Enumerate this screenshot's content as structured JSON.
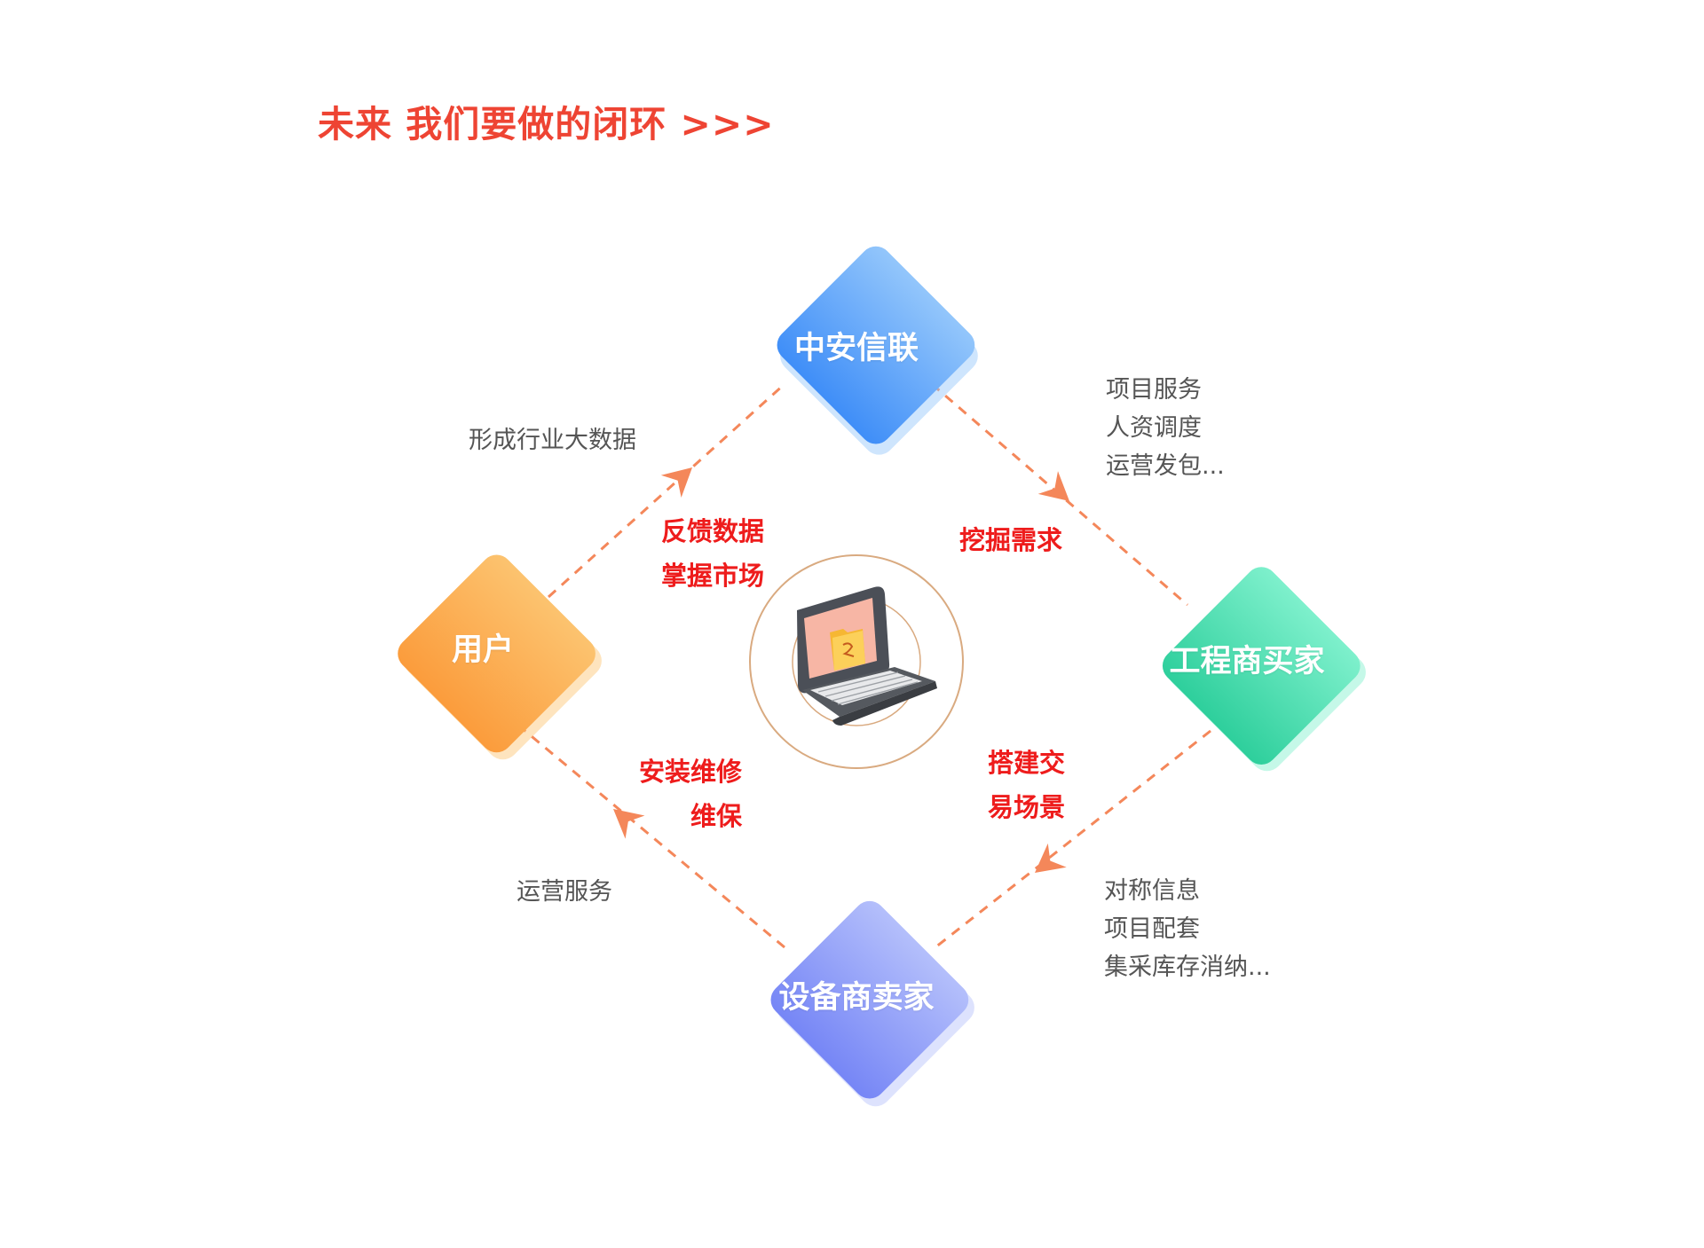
{
  "title": "未来 我们要做的闭环 >>>",
  "nodes": {
    "top": {
      "label": "中安信联",
      "color_light": "#93c6fb",
      "color_dark": "#3f8ef8"
    },
    "right": {
      "label": "工程商买家",
      "color_light": "#7ef0cc",
      "color_dark": "#2ecf9c"
    },
    "bottom": {
      "label": "设备商卖家",
      "color_light": "#b4bffb",
      "color_dark": "#7686f6"
    },
    "left": {
      "label": "用户",
      "color_light": "#fcc36f",
      "color_dark": "#fb9c3c"
    }
  },
  "flows": {
    "left_to_top": {
      "line1": "反馈数据",
      "line2": "掌握市场",
      "note": "形成行业大数据"
    },
    "top_to_right": {
      "line1": "挖掘需求",
      "notes": [
        "项目服务",
        "人资调度",
        "运营发包..."
      ]
    },
    "right_to_bottom": {
      "line1": "搭建交",
      "line2": "易场景",
      "notes": [
        "对称信息",
        "项目配套",
        "集采库存消纳..."
      ]
    },
    "bottom_to_left": {
      "line1": "安装维修",
      "line2": "维保",
      "note": "运营服务"
    }
  },
  "colors": {
    "arrow": "#f4875a",
    "title": "#ee4433",
    "red_label": "#ee1c1c",
    "gray_text": "#555555",
    "circle": "#d9aa80"
  },
  "center_icon": "laptop-folder-icon"
}
